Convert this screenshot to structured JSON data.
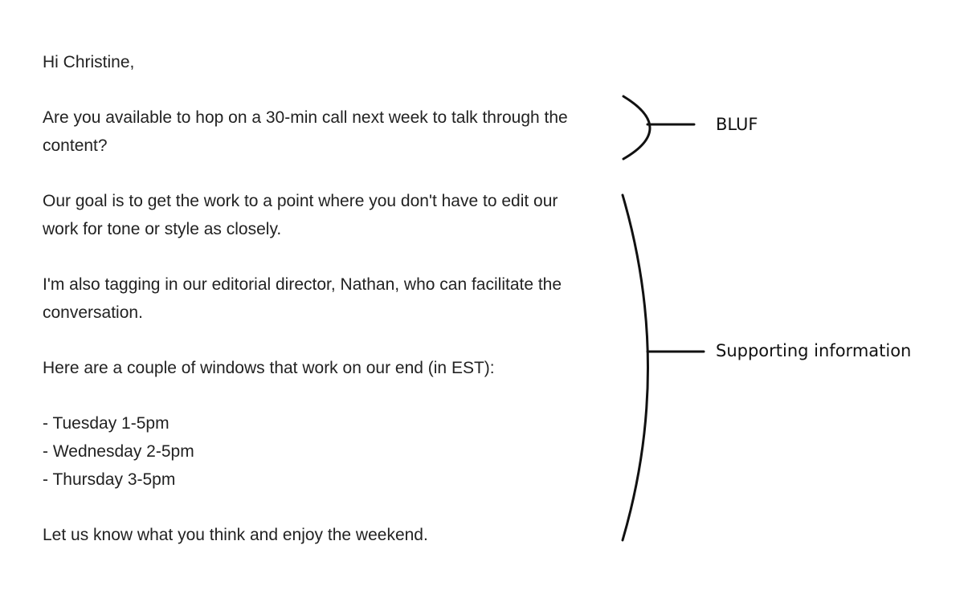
{
  "email": {
    "greeting": "Hi Christine,",
    "bluf_paragraph": "Are you available to hop on a 30-min call next week to talk through the content?",
    "goal_paragraph": "Our goal is to get the work to a point where you don't have to edit our work for tone or style as closely.",
    "tagging_paragraph": "I'm also tagging in our editorial director, Nathan, who can facilitate the conversation.",
    "windows_intro": "Here are a couple of windows that work on our end (in EST):",
    "windows": [
      "Tuesday 1-5pm",
      "Wednesday 2-5pm",
      "Thursday 3-5pm"
    ],
    "closing": "Let us know what you think and enjoy the weekend."
  },
  "annotations": {
    "bluf_label": "BLUF",
    "support_label": "Supporting information"
  }
}
